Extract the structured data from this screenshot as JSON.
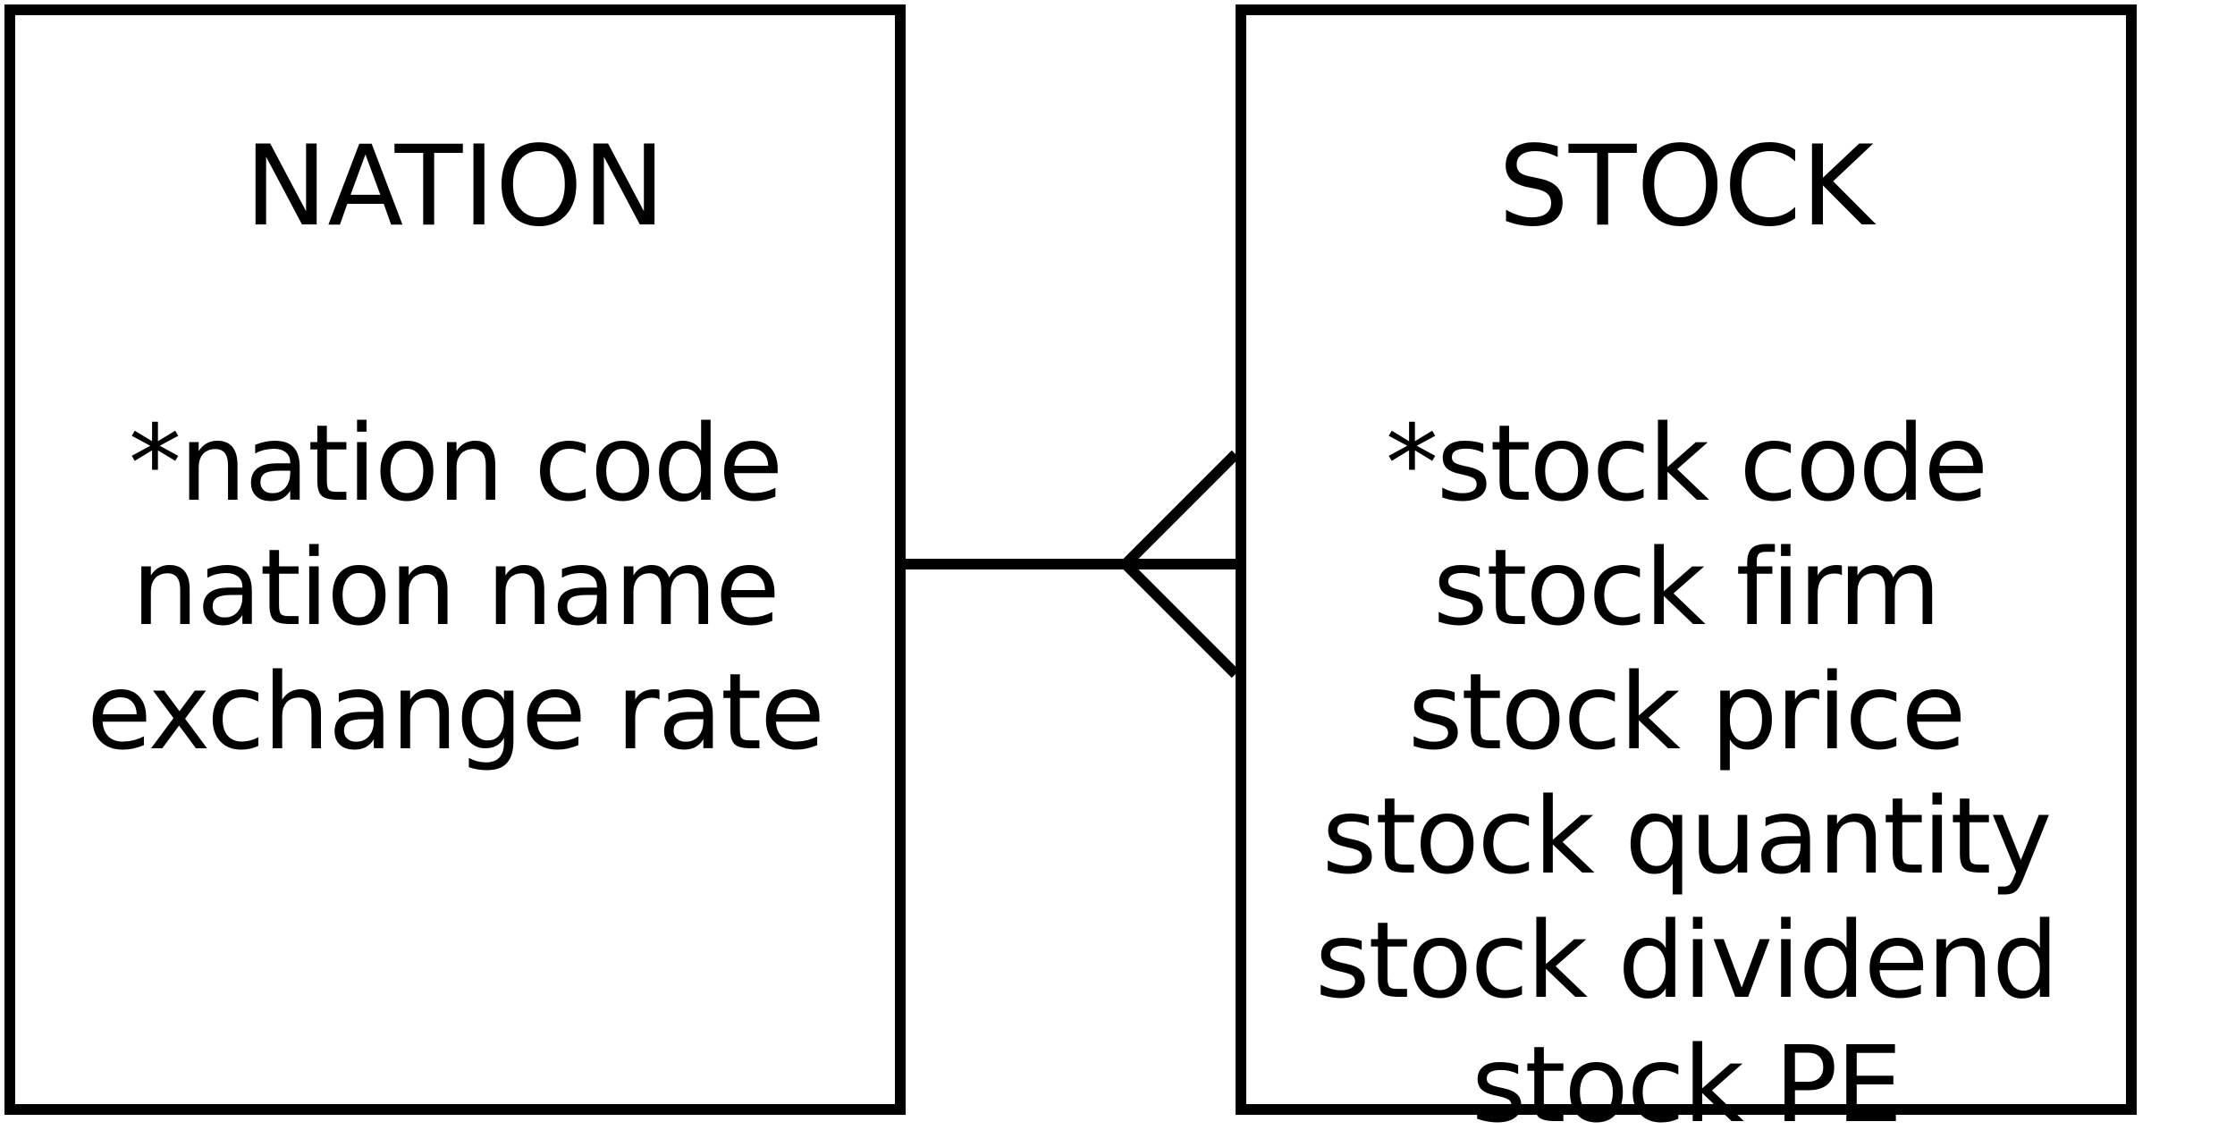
{
  "entities": {
    "nation": {
      "name": "NATION",
      "attributes": [
        "*nation code",
        "nation name",
        "exchange rate"
      ]
    },
    "stock": {
      "name": "STOCK",
      "attributes": [
        "*stock code",
        "stock firm",
        "stock price",
        "stock quantity",
        "stock dividend",
        "stock PE"
      ]
    }
  },
  "relationship": {
    "from": "NATION",
    "to": "STOCK",
    "from_cardinality": "one",
    "to_cardinality": "many"
  },
  "colors": {
    "line": "#000000",
    "background": "#ffffff"
  }
}
